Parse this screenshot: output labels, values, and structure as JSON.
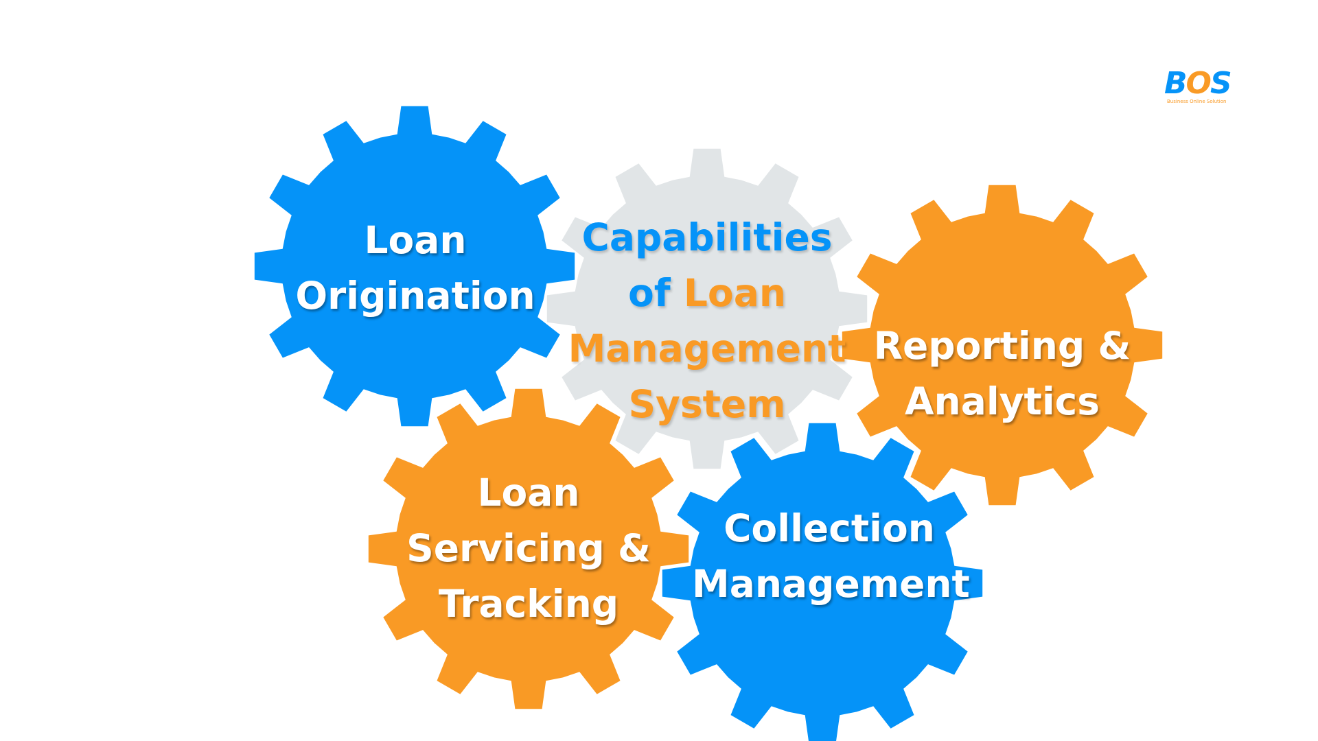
{
  "colors": {
    "blue": "#0593F8",
    "orange": "#F99A25",
    "gray": "#E1E5E7",
    "white": "#FFFFFF"
  },
  "logo": {
    "letter_b": "B",
    "letter_o": "O",
    "letter_s": "S",
    "tagline": "Business Online Solution"
  },
  "center": {
    "line1": "Capabilities",
    "line2_prefix": "of",
    "line2_highlight": "Loan",
    "line3": "Management",
    "line4": "System"
  },
  "gears": {
    "loan_origination": {
      "line1": "Loan",
      "line2": "Origination"
    },
    "reporting_analytics": {
      "line1": "Reporting &",
      "line2": "Analytics"
    },
    "loan_servicing": {
      "line1": "Loan",
      "line2": "Servicing &",
      "line3": "Tracking"
    },
    "collection_management": {
      "line1": "Collection",
      "line2": "Management"
    }
  }
}
